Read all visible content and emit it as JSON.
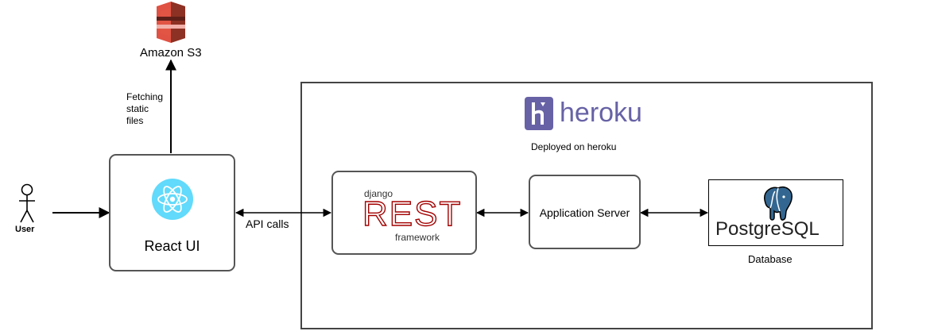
{
  "aws": {
    "label": "Amazon S3",
    "icon": "amazon-s3-bucket-icon",
    "color": "#E05243"
  },
  "user": {
    "label": "User",
    "icon": "user-stick-figure-icon"
  },
  "edges": {
    "fetch_static": "Fetching\nstatic\nfiles",
    "api_calls": "API calls"
  },
  "react": {
    "label": "React UI",
    "icon": "react-atom-icon",
    "color": "#61DAFB"
  },
  "heroku": {
    "wordmark": "heroku",
    "note": "Deployed on heroku",
    "icon": "heroku-logo-icon",
    "color": "#6762A6"
  },
  "drf": {
    "top": "django",
    "main": "REST",
    "bottom": "framework",
    "color": "#A30000"
  },
  "app_server": {
    "label": "Application Server"
  },
  "postgres": {
    "wordmark": "PostgreSQL",
    "caption": "Database",
    "icon": "postgres-elephant-icon",
    "color": "#336791"
  }
}
